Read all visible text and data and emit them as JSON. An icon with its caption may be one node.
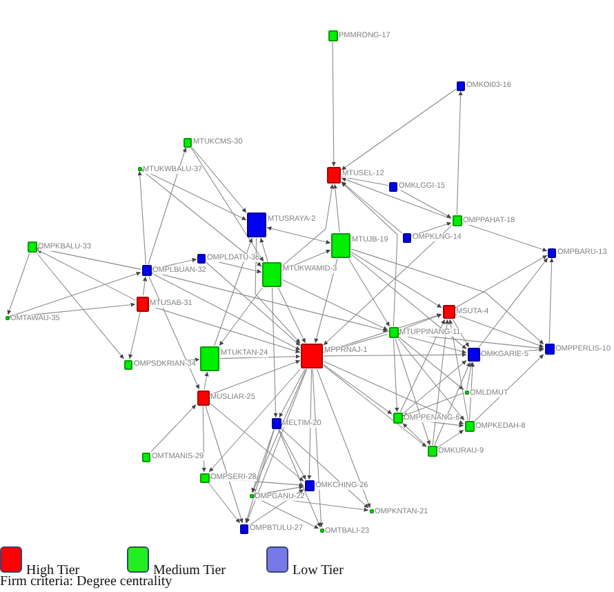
{
  "diagram": {
    "nodes": [
      {
        "text": [
          "PMMRONG-17"
        ]
      },
      {
        "text": [
          "OMKOI03-16"
        ]
      },
      {
        "text": [
          "MTUKCMS-30"
        ]
      },
      {
        "text": [
          "MTUKWBALU-37"
        ]
      },
      {
        "text": [
          "MTUSEL-12"
        ]
      },
      {
        "text": [
          "OMKLGGI-15"
        ]
      },
      {
        "text": [
          "OMPPAHAT-18"
        ]
      },
      {
        "text": [
          "MTUSRAYA-2"
        ]
      },
      {
        "text": [
          "OMPKLNG-14"
        ]
      },
      {
        "text": [
          "MTUJB-19"
        ]
      },
      {
        "text": [
          "OMPBARU-13"
        ]
      },
      {
        "text": [
          "OMPKBALU-33"
        ]
      },
      {
        "text": [
          "OMPLDATU-36"
        ]
      },
      {
        "text": [
          "OMPLBUAN-32"
        ]
      },
      {
        "text": [
          "MTUKWAMID-3"
        ]
      },
      {
        "text": [
          "MTUSAB-31"
        ]
      },
      {
        "text": [
          "OMTAWAU-35"
        ]
      },
      {
        "text": [
          "MSUTA-4"
        ]
      },
      {
        "text": [
          "MTUPPINANG-11"
        ]
      },
      {
        "text": [
          "OMPPERLIS-10"
        ]
      },
      {
        "text": [
          "OMKGARIE-5"
        ]
      },
      {
        "text": [
          "OMPSDKRIAN-34"
        ]
      },
      {
        "text": [
          "MTUKTAN-24"
        ]
      },
      {
        "text": [
          "MPPRNAJ-1"
        ]
      },
      {
        "text": [
          "MUSLIAR-25"
        ]
      },
      {
        "text": [
          "OMLDMUT"
        ]
      },
      {
        "text": [
          "OMPPENANG-6"
        ]
      },
      {
        "text": [
          "MELTIM-20"
        ]
      },
      {
        "text": [
          "OMPKEDAH-8"
        ]
      },
      {
        "text": [
          "OMKURAU-9"
        ]
      },
      {
        "text": [
          "OMTMANIS-29"
        ]
      },
      {
        "text": [
          "OMPSERI-28"
        ]
      },
      {
        "text": [
          "OMKCHING-26"
        ]
      },
      {
        "text": [
          "OMPGANU-22"
        ]
      },
      {
        "text": [
          "OMPKNTAN-21"
        ]
      },
      {
        "text": [
          "OMPBTULU-27"
        ]
      },
      {
        "text": [
          "OMTBALI-23"
        ]
      }
    ],
    "edges": [
      {
        "from": 0,
        "to": 4,
        "arrow": "to"
      },
      {
        "from": 1,
        "to": 4,
        "arrow": "to"
      },
      {
        "from": 6,
        "to": 1,
        "arrow": "to"
      },
      {
        "from": 5,
        "to": 4,
        "arrow": "to"
      },
      {
        "from": 6,
        "to": 4,
        "arrow": "to"
      },
      {
        "from": 5,
        "to": 6,
        "arrow": "to"
      },
      {
        "from": 8,
        "to": 4,
        "arrow": "to"
      },
      {
        "from": 8,
        "to": 6,
        "arrow": "to"
      },
      {
        "from": 6,
        "to": 10,
        "arrow": "to"
      },
      {
        "from": 6,
        "to": 23,
        "arrow": "to"
      },
      {
        "from": 9,
        "to": 4,
        "arrow": "to"
      },
      {
        "from": 14,
        "to": 4,
        "arrow": "to"
      },
      {
        "from": 7,
        "to": 9,
        "arrow": "both"
      },
      {
        "from": 14,
        "to": 9,
        "arrow": "to"
      },
      {
        "from": 2,
        "to": 7,
        "arrow": "to"
      },
      {
        "from": 2,
        "to": 14,
        "arrow": "to"
      },
      {
        "from": 3,
        "to": 7,
        "arrow": "to"
      },
      {
        "from": 3,
        "to": 14,
        "arrow": "to"
      },
      {
        "from": 13,
        "to": 2,
        "arrow": "to"
      },
      {
        "from": 13,
        "to": 3,
        "arrow": "to"
      },
      {
        "from": 13,
        "to": 12,
        "arrow": "to"
      },
      {
        "from": 13,
        "to": 11,
        "arrow": "to"
      },
      {
        "from": 15,
        "to": 11,
        "arrow": "to"
      },
      {
        "from": 11,
        "to": 16,
        "arrow": "to"
      },
      {
        "from": 11,
        "to": 21,
        "arrow": "to"
      },
      {
        "from": 16,
        "to": 13,
        "arrow": "to"
      },
      {
        "from": 16,
        "to": 15,
        "arrow": "to"
      },
      {
        "from": 15,
        "to": 13,
        "arrow": "to"
      },
      {
        "from": 15,
        "to": 21,
        "arrow": "to"
      },
      {
        "from": 21,
        "to": 22,
        "arrow": "to"
      },
      {
        "from": 15,
        "to": 23,
        "arrow": "to"
      },
      {
        "from": 13,
        "to": 23,
        "arrow": "to"
      },
      {
        "from": 13,
        "to": 24,
        "arrow": "to"
      },
      {
        "from": 13,
        "to": 18,
        "arrow": "to"
      },
      {
        "from": 12,
        "to": 23,
        "arrow": "to"
      },
      {
        "from": 14,
        "to": 7,
        "arrow": "to"
      },
      {
        "from": 7,
        "to": 23,
        "arrow": "to"
      },
      {
        "from": 14,
        "to": 23,
        "arrow": "to"
      },
      {
        "from": 9,
        "to": 23,
        "arrow": "to"
      },
      {
        "from": 22,
        "to": 7,
        "arrow": "to"
      },
      {
        "from": 14,
        "to": 22,
        "arrow": "to"
      },
      {
        "from": 22,
        "to": 23,
        "arrow": "to"
      },
      {
        "from": 24,
        "to": 23,
        "arrow": "to"
      },
      {
        "from": 24,
        "to": 22,
        "arrow": "to"
      },
      {
        "from": 23,
        "to": 17,
        "arrow": "to"
      },
      {
        "from": 18,
        "to": 23,
        "arrow": "to"
      },
      {
        "from": 18,
        "to": 17,
        "arrow": "to"
      },
      {
        "from": 9,
        "to": 17,
        "arrow": "to"
      },
      {
        "from": 9,
        "to": 19,
        "arrow": "to"
      },
      {
        "from": 19,
        "to": 10,
        "arrow": "to"
      },
      {
        "from": 17,
        "to": 10,
        "arrow": "to"
      },
      {
        "from": 20,
        "to": 10,
        "arrow": "to"
      },
      {
        "from": 20,
        "to": 19,
        "arrow": "to"
      },
      {
        "from": 18,
        "to": 19,
        "arrow": "to"
      },
      {
        "from": 17,
        "to": 19,
        "arrow": "to"
      },
      {
        "from": 28,
        "to": 19,
        "arrow": "to"
      },
      {
        "from": 23,
        "to": 20,
        "arrow": "to"
      },
      {
        "from": 18,
        "to": 20,
        "arrow": "to"
      },
      {
        "from": 18,
        "to": 26,
        "arrow": "to"
      },
      {
        "from": 18,
        "to": 28,
        "arrow": "to"
      },
      {
        "from": 18,
        "to": 29,
        "arrow": "to"
      },
      {
        "from": 18,
        "to": 25,
        "arrow": "to"
      },
      {
        "from": 17,
        "to": 20,
        "arrow": "to"
      },
      {
        "from": 26,
        "to": 17,
        "arrow": "to"
      },
      {
        "from": 28,
        "to": 17,
        "arrow": "to"
      },
      {
        "from": 29,
        "to": 17,
        "arrow": "to"
      },
      {
        "from": 26,
        "to": 20,
        "arrow": "to"
      },
      {
        "from": 28,
        "to": 20,
        "arrow": "to"
      },
      {
        "from": 29,
        "to": 20,
        "arrow": "to"
      },
      {
        "from": 25,
        "to": 20,
        "arrow": "to"
      },
      {
        "from": 26,
        "to": 28,
        "arrow": "to"
      },
      {
        "from": 29,
        "to": 26,
        "arrow": "to"
      },
      {
        "from": 29,
        "to": 28,
        "arrow": "to"
      },
      {
        "from": 25,
        "to": 26,
        "arrow": "to"
      },
      {
        "from": 23,
        "to": 26,
        "arrow": "to"
      },
      {
        "from": 23,
        "to": 28,
        "arrow": "to"
      },
      {
        "from": 23,
        "to": 29,
        "arrow": "to"
      },
      {
        "from": 23,
        "to": 27,
        "arrow": "to"
      },
      {
        "from": 23,
        "to": 31,
        "arrow": "to"
      },
      {
        "from": 23,
        "to": 32,
        "arrow": "to"
      },
      {
        "from": 23,
        "to": 33,
        "arrow": "to"
      },
      {
        "from": 23,
        "to": 34,
        "arrow": "to"
      },
      {
        "from": 23,
        "to": 35,
        "arrow": "to"
      },
      {
        "from": 23,
        "to": 36,
        "arrow": "to"
      },
      {
        "from": 27,
        "to": 32,
        "arrow": "to"
      },
      {
        "from": 27,
        "to": 33,
        "arrow": "to"
      },
      {
        "from": 27,
        "to": 35,
        "arrow": "to"
      },
      {
        "from": 27,
        "to": 36,
        "arrow": "to"
      },
      {
        "from": 24,
        "to": 32,
        "arrow": "to"
      },
      {
        "from": 24,
        "to": 31,
        "arrow": "to"
      },
      {
        "from": 30,
        "to": 24,
        "arrow": "to"
      },
      {
        "from": 31,
        "to": 32,
        "arrow": "to"
      },
      {
        "from": 33,
        "to": 32,
        "arrow": "to"
      },
      {
        "from": 33,
        "to": 34,
        "arrow": "to"
      },
      {
        "from": 35,
        "to": 32,
        "arrow": "to"
      },
      {
        "from": 14,
        "to": 27,
        "arrow": "to"
      },
      {
        "from": 24,
        "to": 35,
        "arrow": "to"
      },
      {
        "from": 14,
        "to": 18,
        "arrow": "to"
      },
      {
        "from": 9,
        "to": 18,
        "arrow": "to"
      },
      {
        "from": 9,
        "to": 20,
        "arrow": "to"
      },
      {
        "from": 12,
        "to": 14,
        "arrow": "to"
      },
      {
        "from": 33,
        "to": 36,
        "arrow": "to"
      },
      {
        "from": 27,
        "to": 34,
        "arrow": "to"
      },
      {
        "from": 31,
        "to": 35,
        "arrow": "to"
      },
      {
        "from": 18,
        "to": 4,
        "arrow": "to"
      }
    ],
    "labels": [
      "Firm criteria: Degree centrality"
    ],
    "legend": [
      {
        "text": "High Tier",
        "color": "#ff0000"
      },
      {
        "text": "Medium Tier",
        "color": "#22ee22"
      },
      {
        "text": "Low Tier",
        "color": "#7878e6"
      }
    ]
  }
}
